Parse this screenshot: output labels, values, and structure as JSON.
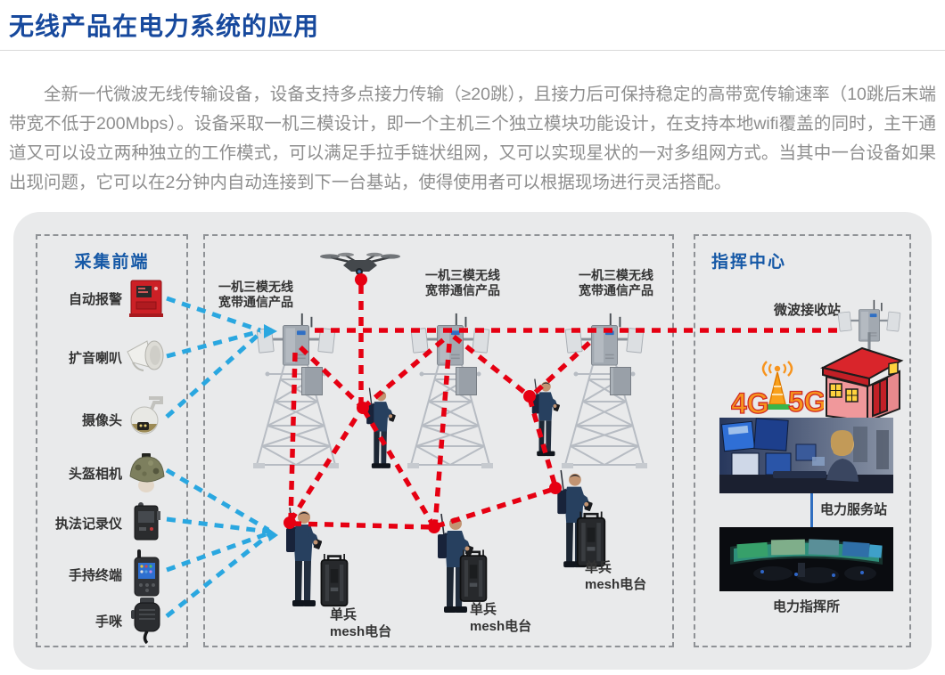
{
  "page": {
    "title": "无线产品在电力系统的应用",
    "paragraph": "全新一代微波无线传输设备，设备支持多点接力传输（≥20跳），且接力后可保持稳定的高带宽传输速率（10跳后末端带宽不低于200Mbps）。设备采取一机三模设计，即一个主机三个独立模块功能设计，在支持本地wifi覆盖的同时，主干通道又可以设立两种独立的工作模式，可以满足手拉手链状组网，又可以实现星状的一对多组网方式。当其中一台设备如果出现问题，它可以在2分钟内自动连接到下一台基站，使得使用者可以根据现场进行灵活搭配。"
  },
  "colors": {
    "title_blue": "#17499d",
    "header_blue": "#1558a6",
    "body_gray": "#8e8e8e",
    "red_line": "#e60012",
    "blue_line": "#2aa7e0",
    "panel_bg": "#e9eaeb"
  },
  "front_end": {
    "header": "采集前端",
    "items": [
      {
        "label": "自动报警",
        "icon": "alarm-icon"
      },
      {
        "label": "扩音喇叭",
        "icon": "loudspeaker-icon"
      },
      {
        "label": "摄像头",
        "icon": "ptz-camera-icon"
      },
      {
        "label": "头盔相机",
        "icon": "helmet-camera-icon"
      },
      {
        "label": "执法记录仪",
        "icon": "body-recorder-icon"
      },
      {
        "label": "手持终端",
        "icon": "handheld-terminal-icon"
      },
      {
        "label": "手咪",
        "icon": "speaker-mic-icon"
      }
    ]
  },
  "field": {
    "tower_label": {
      "line1": "一机三模无线",
      "line2": "宽带通信产品"
    },
    "soldier_label": {
      "line1": "单兵",
      "line2": "mesh电台"
    }
  },
  "command_center": {
    "header": "指挥中心",
    "receiver_label": "微波接收站",
    "g4_label": "4G",
    "g5_label": "5G",
    "service_station_label": "电力服务站",
    "command_post_label": "电力指挥所"
  }
}
